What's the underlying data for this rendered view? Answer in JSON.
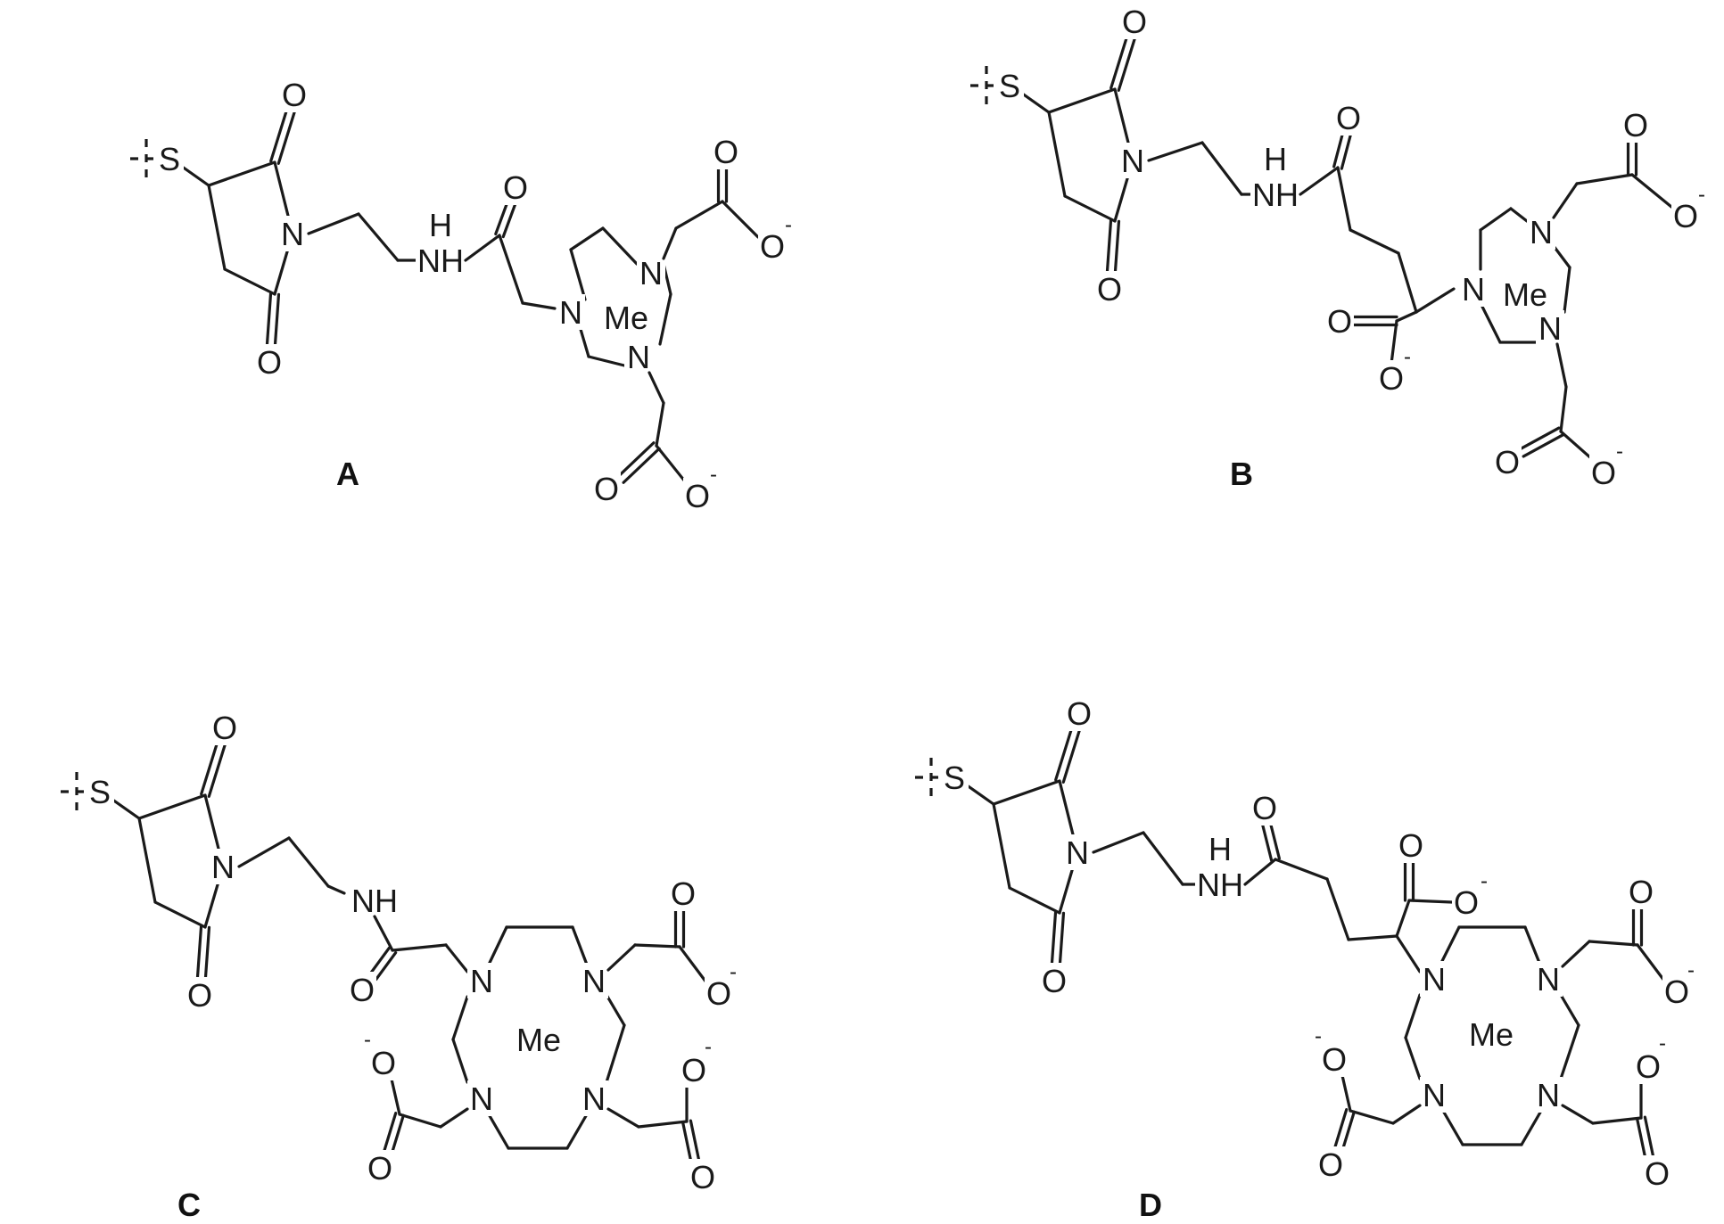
{
  "labels": {
    "s": "S",
    "o": "O",
    "n": "N",
    "h": "H",
    "nh": "NH",
    "me": "Me",
    "minus": "-"
  },
  "structures": [
    {
      "id": "A",
      "caption": "A"
    },
    {
      "id": "B",
      "caption": "B"
    },
    {
      "id": "C",
      "caption": "C"
    },
    {
      "id": "D",
      "caption": "D"
    }
  ]
}
